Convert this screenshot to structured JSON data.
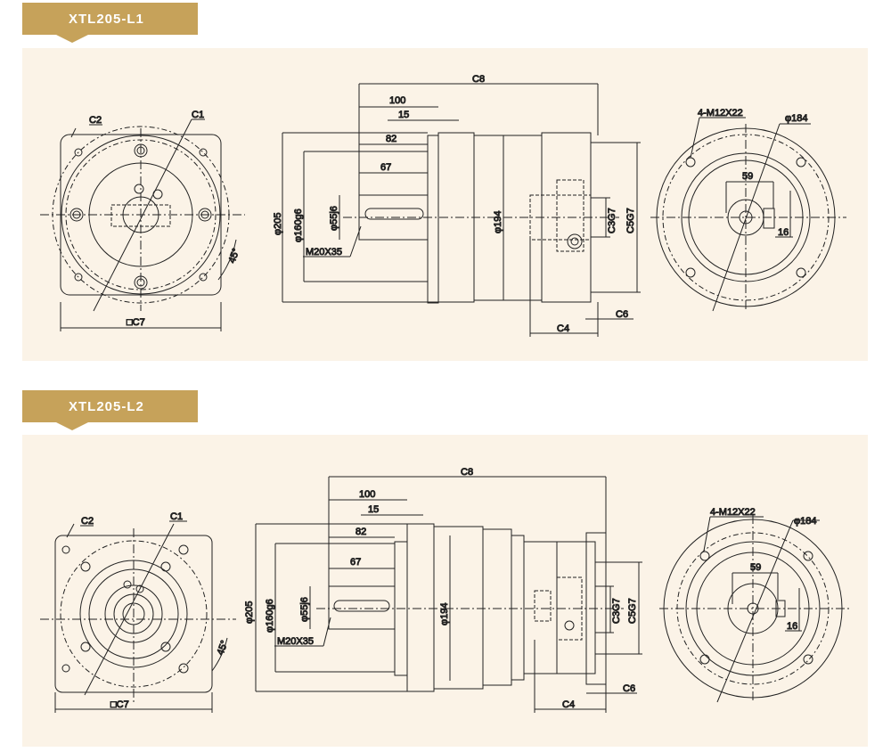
{
  "sections": [
    {
      "title": "XTL205-L1",
      "front": {
        "c1": "C1",
        "c2": "C2",
        "angle": "45°",
        "width": "□C7"
      },
      "side": {
        "overall": "C8",
        "len100": "100",
        "len15": "15",
        "len82": "82",
        "len67": "67",
        "dia205": "φ205",
        "dia160": "φ160g6",
        "dia55": "φ55j6",
        "thread": "M20X35",
        "dia194": "φ194",
        "c3": "C3G7",
        "c5": "C5G7",
        "c4": "C4",
        "c6": "C6"
      },
      "rear": {
        "bolts": "4-M12X22",
        "dia184": "φ184",
        "key59": "59",
        "key16": "16"
      }
    },
    {
      "title": "XTL205-L2",
      "front": {
        "c1": "C1",
        "c2": "C2",
        "angle": "45°",
        "width": "□C7"
      },
      "side": {
        "overall": "C8",
        "len100": "100",
        "len15": "15",
        "len82": "82",
        "len67": "67",
        "dia205": "φ205",
        "dia160": "φ160g6",
        "dia55": "φ55j6",
        "thread": "M20X35",
        "dia194": "φ194",
        "c3": "C3G7",
        "c5": "C5G7",
        "c4": "C4",
        "c6": "C6"
      },
      "rear": {
        "bolts": "4-M12X22",
        "dia184": "φ184",
        "key59": "59",
        "key16": "16"
      }
    }
  ],
  "colors": {
    "tag": "#c6a25a",
    "panel": "#fbf3e7",
    "line": "#222222"
  }
}
